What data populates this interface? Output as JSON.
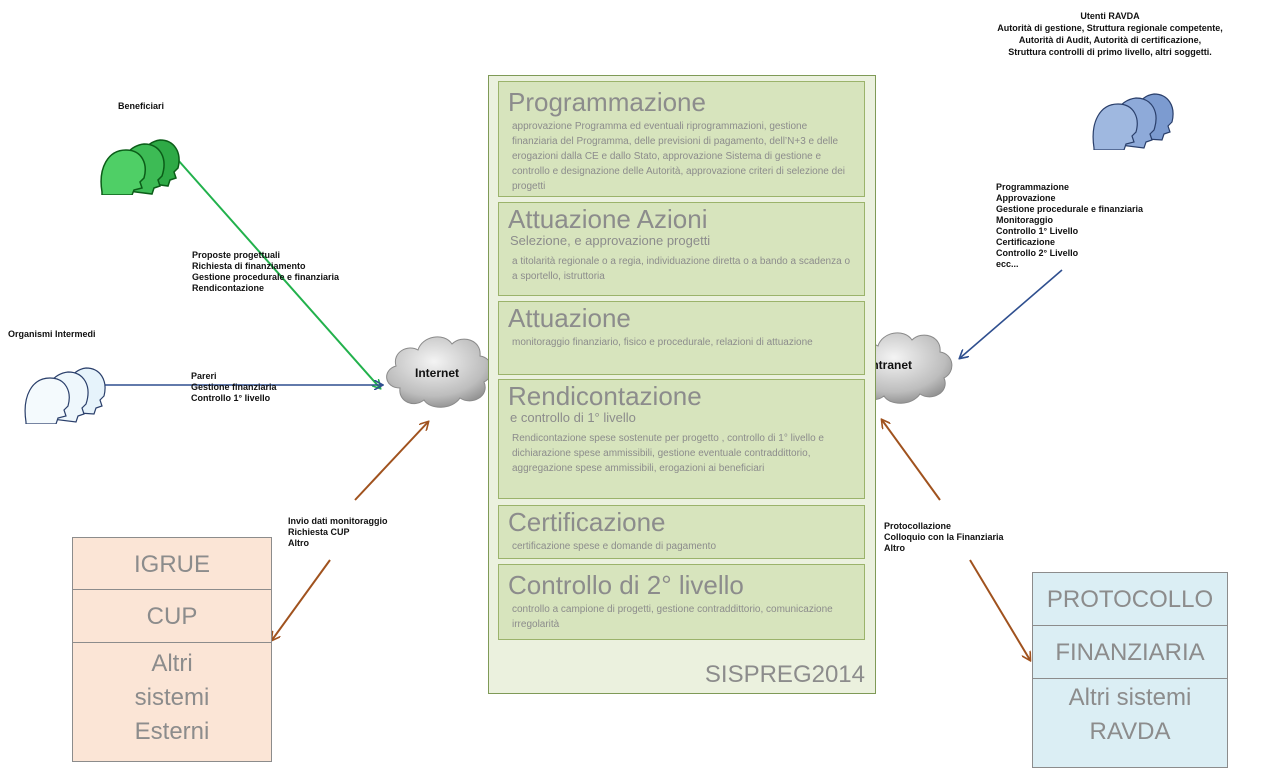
{
  "actors": {
    "beneficiari": {
      "name": "Beneficiari"
    },
    "organismi": {
      "name": "Organismi Intermedi"
    },
    "ravda": {
      "lines": [
        "Utenti RAVDA",
        "Autorità di gestione, Struttura regionale competente,",
        "Autorità di Audit, Autorità di certificazione,",
        "Struttura controlli di primo livello, altri soggetti."
      ]
    }
  },
  "flows": {
    "beneficiari": [
      "Proposte progettuali",
      "Richiesta di finanziamento",
      "Gestione procedurale e finanziaria",
      "Rendicontazione"
    ],
    "organismi": [
      "Pareri",
      "Gestione finanziaria",
      "Controllo 1° livello"
    ],
    "ravda": [
      "Programmazione",
      "Approvazione",
      "Gestione procedurale e finanziaria",
      "Monitoraggio",
      "Controllo 1° Livello",
      "Certificazione",
      "Controllo 2° Livello",
      "ecc..."
    ],
    "external_left": [
      "Invio dati monitoraggio",
      "Richiesta CUP",
      "Altro"
    ],
    "external_right": [
      "Protocollazione",
      "Colloquio con la Finanziaria",
      "Altro"
    ]
  },
  "clouds": {
    "internet": "Internet",
    "intranet": "Intranet"
  },
  "sispreg": {
    "name": "SISPREG2014",
    "sections": [
      {
        "title": "Programmazione",
        "subtitle": "",
        "description": "approvazione Programma ed eventuali riprogrammazioni, gestione finanziaria del Programma, delle previsioni di pagamento, dell’N+3 e delle erogazioni dalla CE e dallo Stato, approvazione Sistema di gestione e controllo e designazione delle Autorità, approvazione criteri di selezione dei progetti"
      },
      {
        "title": "Attuazione Azioni",
        "subtitle": "Selezione, e approvazione progetti",
        "description": "a titolarità regionale o a regia, individuazione diretta o a bando a scadenza o a sportello, istruttoria"
      },
      {
        "title": "Attuazione",
        "subtitle": "",
        "description": "monitoraggio finanziario, fisico e procedurale, relazioni di attuazione"
      },
      {
        "title": "Rendicontazione",
        "subtitle": "e controllo di 1° livello",
        "description": "Rendicontazione spese sostenute per progetto , controllo di 1° livello e dichiarazione spese ammissibili, gestione eventuale contraddittorio, aggregazione spese ammissibili, erogazioni ai beneficiari"
      },
      {
        "title": "Certificazione",
        "subtitle": "",
        "description": "certificazione spese e domande di pagamento"
      },
      {
        "title": "Controllo di 2° livello",
        "subtitle": "",
        "description": "controllo a campione di progetti, gestione contraddittorio, comunicazione irregolarità"
      }
    ]
  },
  "external_left": {
    "systems": [
      {
        "lines": [
          "IGRUE"
        ]
      },
      {
        "lines": [
          "CUP"
        ]
      },
      {
        "lines": [
          "Altri",
          "sistemi",
          "Esterni"
        ]
      }
    ]
  },
  "external_right": {
    "systems": [
      {
        "lines": [
          "PROTOCOLLO"
        ]
      },
      {
        "lines": [
          "FINANZIARIA"
        ]
      },
      {
        "lines": [
          "Altri sistemi",
          "RAVDA"
        ]
      }
    ]
  },
  "colors": {
    "green_arrow": "#22b14c",
    "blue_arrow": "#2f4f8f",
    "brown_arrow": "#a0521e",
    "section_fill": "#d7e4bd",
    "left_ext_fill": "#fbe5d6",
    "right_ext_fill": "#dbeef4"
  }
}
